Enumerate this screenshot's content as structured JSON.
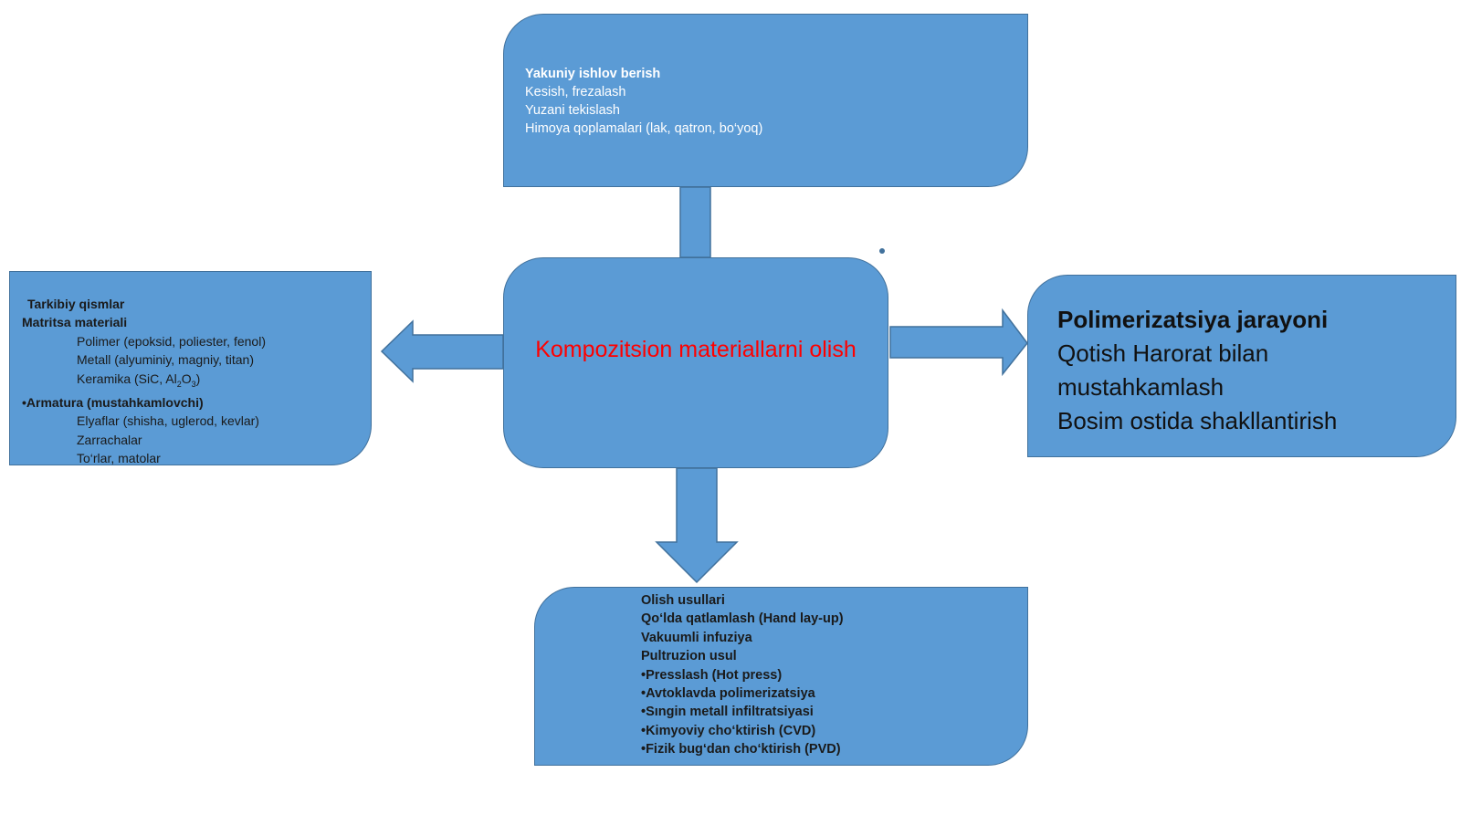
{
  "center": {
    "title": "Kompozitsion materiallarni olish"
  },
  "top_box": {
    "heading": "Yakuniy ishlov berish",
    "items": [
      "Kesish, frezalash",
      "Yuzani tekislash",
      "Himoya qoplamalari (lak, qatron, bo‘yoq)"
    ]
  },
  "left_box": {
    "heading": "Tarkibiy qismlar",
    "matrix_heading": "Matritsa materiali",
    "matrix_items": [
      "Polimer (epoksid, poliester, fenol)",
      "Metall (alyuminiy, magniy, titan)"
    ],
    "ceramic_prefix": "Keramika (SiC, Al",
    "ceramic_sub1": "2",
    "ceramic_mid": "O",
    "ceramic_sub2": "3",
    "ceramic_suffix": ")",
    "armature_heading": "•Armatura (mustahkamlovchi)",
    "armature_items": [
      "Elyaflar (shisha, uglerod, kevlar)",
      "Zarrachalar",
      "To‘rlar, matolar"
    ]
  },
  "right_box": {
    "heading": "Polimerizatsiya jarayoni",
    "lines": [
      "Qotish  Harorat bilan",
      "mustahkamlash",
      "Bosim ostida shakllantirish"
    ]
  },
  "bottom_box": {
    "items": [
      "Olish usullari",
      "Qo‘lda qatlamlash (Hand lay-up)",
      "Vakuumli infuziya",
      "Pultruzion usul",
      "•Presslash (Hot press)",
      "•Avtoklavda polimerizatsiya",
      "•Sıngin metall infiltratsiyasi",
      "•Kimyoviy cho‘ktirish (CVD)",
      "•Fizik bug‘dan cho‘ktirish (PVD)"
    ]
  },
  "colors": {
    "box_fill": "#5b9bd5",
    "box_border": "#41719c",
    "center_text": "#ff0000",
    "top_text": "#ffffff"
  }
}
